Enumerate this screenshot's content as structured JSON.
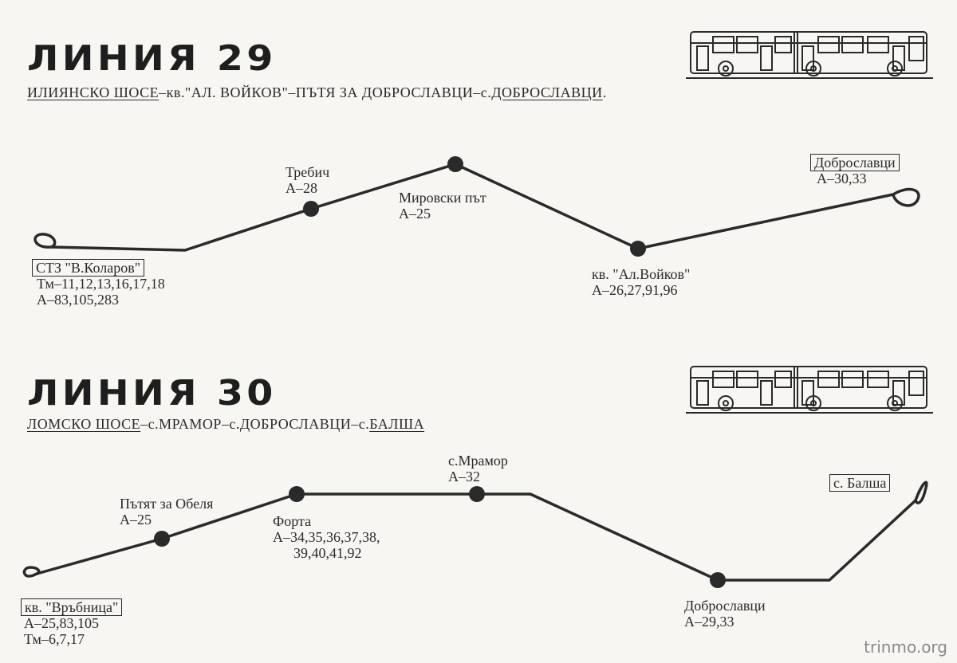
{
  "line29": {
    "title": "ЛИНИЯ 29",
    "route_parts": [
      {
        "text": "ИЛИЯНСКО ШОСЕ",
        "u": true
      },
      {
        "text": "–кв.\"АЛ. ВОЙКОВ\"–",
        "u": false
      },
      {
        "text": "ПЪТЯ ЗА ДОБРОСЛАВЦИ–",
        "u": false
      },
      {
        "text": "с.",
        "u": false
      },
      {
        "text": "ДОБРОСЛАВЦИ",
        "u": true
      },
      {
        "text": ".",
        "u": false
      }
    ],
    "stops": {
      "start": {
        "name": "СТЗ \"В.Коларов\"",
        "lines1": "Тм–11,12,13,16,17,18",
        "lines2": "А–83,105,283"
      },
      "trebich": {
        "name": "Требич",
        "lines": "А–28"
      },
      "mirovski": {
        "name": "Мировски път",
        "lines": "А–25"
      },
      "voikov": {
        "name": "кв. \"Ал.Войков\"",
        "lines": "А–26,27,91,96"
      },
      "end": {
        "name": "Доброславци",
        "lines": "А–30,33"
      }
    }
  },
  "line30": {
    "title": "ЛИНИЯ 30",
    "route_parts": [
      {
        "text": "ЛОМСКО ШОСЕ",
        "u": true
      },
      {
        "text": "–с.МРАМОР–с.ДОБРОСЛАВЦИ–",
        "u": false
      },
      {
        "text": "с.",
        "u": false
      },
      {
        "text": "БАЛША",
        "u": true
      }
    ],
    "stops": {
      "start": {
        "name": "кв. \"Връбница\"",
        "lines1": "А–25,83,105",
        "lines2": "Тм–6,7,17"
      },
      "obelya": {
        "name": "Пътят за Обеля",
        "lines": "А–25"
      },
      "forta": {
        "name": "Форта",
        "lines1": "А–34,35,36,37,38,",
        "lines2": "39,40,41,92"
      },
      "mramor": {
        "name": "с.Мрамор",
        "lines": "А–32"
      },
      "dobroslavtsi": {
        "name": "Доброславци",
        "lines": "А–29,33"
      },
      "end": {
        "name": "с. Балша"
      }
    }
  },
  "watermark": "trinmo.org",
  "colors": {
    "ink": "#2a2a2a",
    "paper": "#f7f6f2"
  }
}
